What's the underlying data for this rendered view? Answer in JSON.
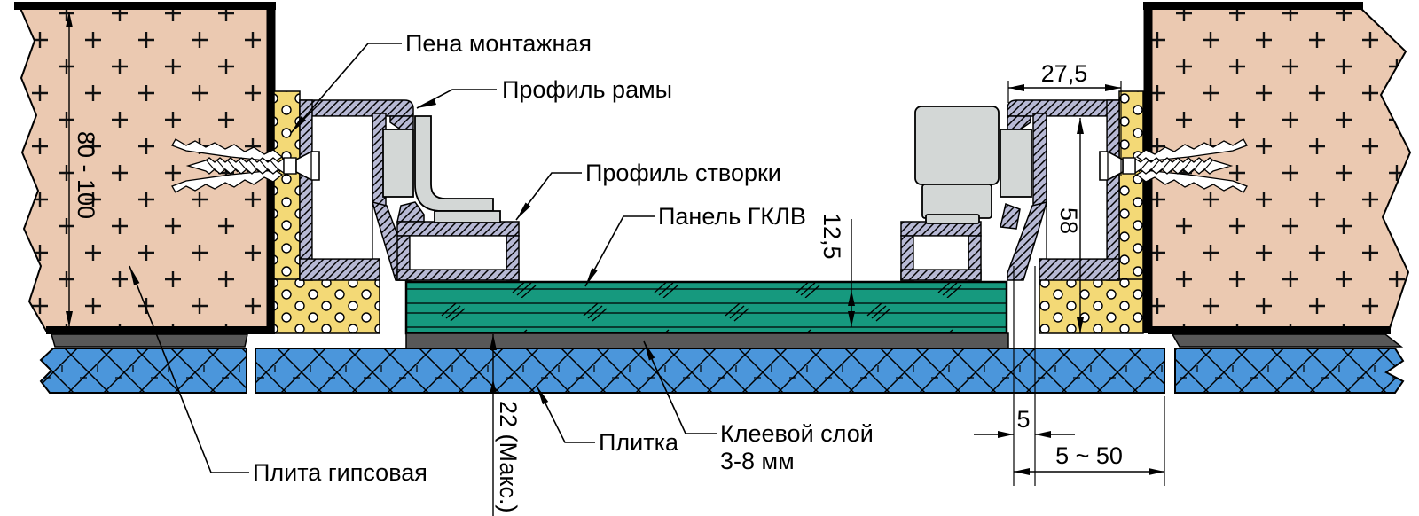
{
  "diagram": {
    "type": "technical-section-access-hatch",
    "labels": {
      "mounting_foam": "Пена монтажная",
      "frame_profile": "Профиль рамы",
      "sash_profile": "Профиль створки",
      "gklv_panel": "Панель ГКЛВ",
      "gypsum_slab": "Плита гипсовая",
      "tile": "Плитка",
      "adhesive_line1": "Клеевой слой",
      "adhesive_line2": "3-8 мм"
    },
    "dimensions": {
      "wall_thickness": "80 - 100",
      "frame_width": "27,5",
      "frame_height": "58",
      "panel_thickness": "12,5",
      "floor_max": "22 (Макс.)",
      "gap": "5",
      "edge_range": "5 ~ 50"
    },
    "colors": {
      "wall": "#ebc9b1",
      "foam": "#f3d976",
      "profile": "#b7b9d4",
      "hardware": "#d3d7d6",
      "panel": "#16997e",
      "adhesive": "#585858",
      "tile": "#4b96db",
      "outline": "#000000",
      "background": "#ffffff"
    }
  }
}
